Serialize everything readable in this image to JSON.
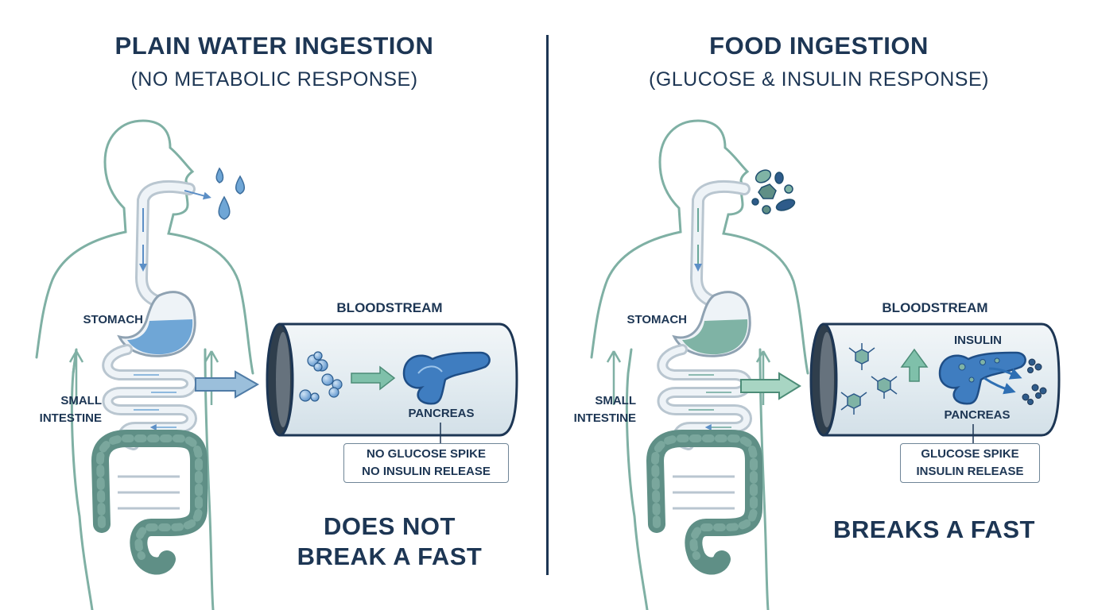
{
  "water": {
    "title": "PLAIN WATER INGESTION",
    "subtitle": "(NO METABOLIC RESPONSE)",
    "stomach_label": "STOMACH",
    "intestine_label_1": "SMALL",
    "intestine_label_2": "INTESTINE",
    "bloodstream_label": "BLOODSTREAM",
    "pancreas_label": "PANCREAS",
    "box_line_1": "NO GLUCOSE SPIKE",
    "box_line_2": "NO INSULIN RELEASE",
    "verdict_line_1": "DOES NOT",
    "verdict_line_2": "BREAK A FAST"
  },
  "food": {
    "title": "FOOD INGESTION",
    "subtitle": "(GLUCOSE & INSULIN RESPONSE)",
    "stomach_label": "STOMACH",
    "intestine_label_1": "SMALL",
    "intestine_label_2": "INTESTINE",
    "bloodstream_label": "BLOODSTREAM",
    "insulin_label": "INSULIN",
    "pancreas_label": "PANCREAS",
    "box_line_1": "GLUCOSE SPIKE",
    "box_line_2": "INSULIN RELEASE",
    "verdict_line_1": "BREAKS A FAST"
  },
  "colors": {
    "navy": "#1d3654",
    "body_outline": "#7fb0a4",
    "colon": "#5f8f86",
    "pancreas": "#3f7dc0",
    "water_blue": "#6fa6d6",
    "arrow_teal": "#5aa392"
  }
}
